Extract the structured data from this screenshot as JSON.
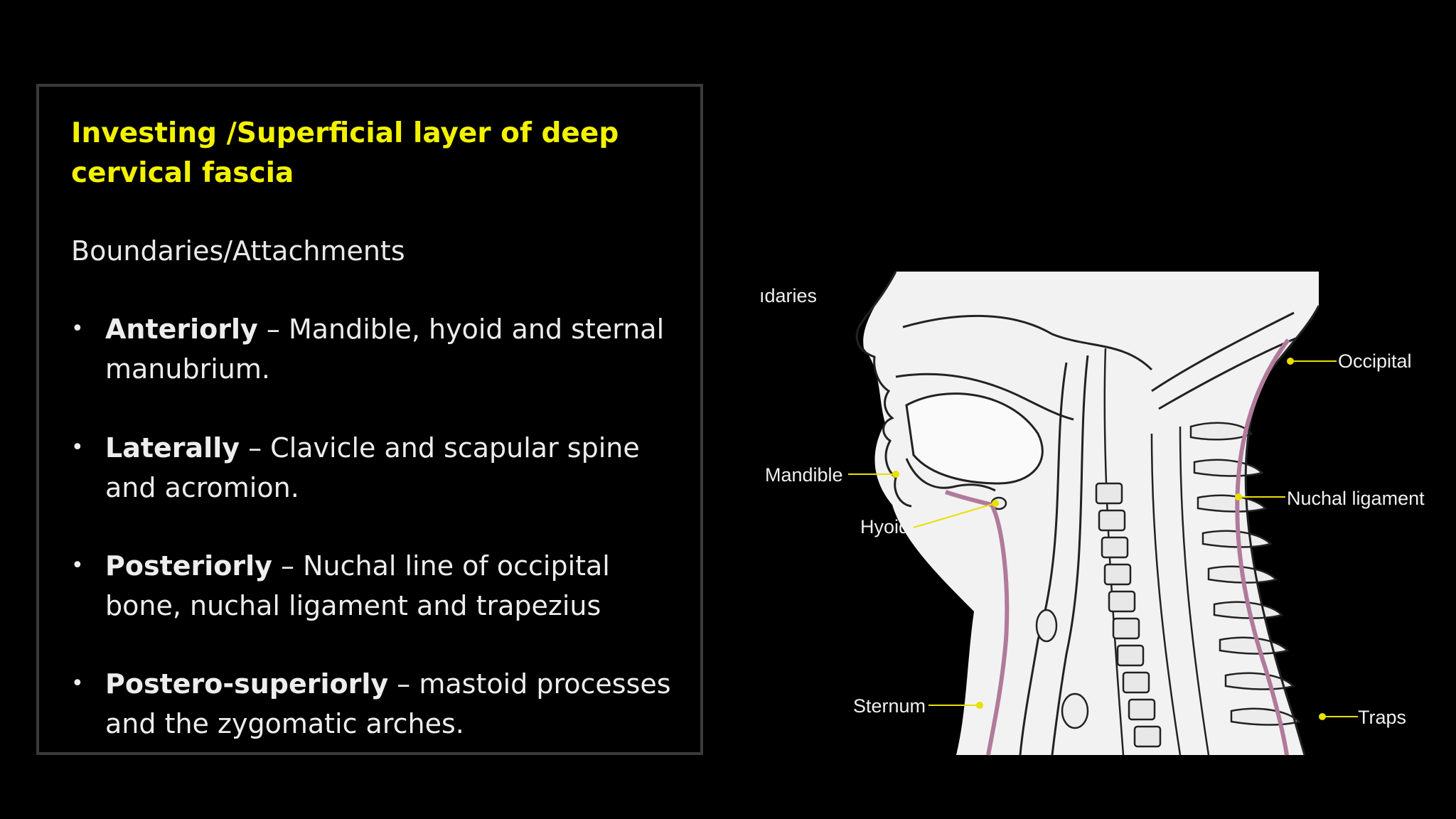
{
  "slide": {
    "title": "Investing /Superficial layer of deep cervical fascia",
    "subtitle": "Boundaries/Attachments",
    "bullets": [
      {
        "term": "Anteriorly",
        "text": " – Mandible, hyoid and sternal manubrium."
      },
      {
        "term": "Laterally",
        "text": " – Clavicle and scapular spine and acromion."
      },
      {
        "term": "Posteriorly",
        "text": " – Nuchal line of occipital bone, nuchal ligament and trapezius"
      },
      {
        "term": "Postero-superiorly",
        "text": " – mastoid processes and the zygomatic arches."
      }
    ],
    "bullet_glyph": "•"
  },
  "figure": {
    "cut_text": "ıdaries",
    "labels": {
      "occipital": "Occipital",
      "mandible": "Mandible",
      "nuchal_ligament": "Nuchal ligament",
      "hyoid": "Hyoid",
      "sternum": "Sternum",
      "traps": "Traps"
    },
    "colors": {
      "fascia": "#b07a9a",
      "pointer": "#e8e000",
      "title": "#f2f200"
    }
  }
}
